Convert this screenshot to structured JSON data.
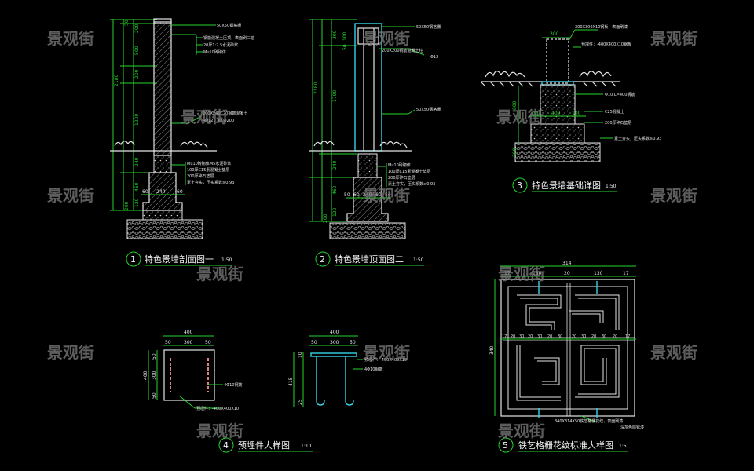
{
  "watermark": "景观街",
  "detail_1": {
    "number": "1",
    "title": "特色景墙剖面图一",
    "scale": "1:50",
    "dims_left": [
      "50",
      "200",
      "500",
      "200",
      "1200",
      "2180",
      "240",
      "460",
      "120",
      "200"
    ],
    "dims_bottom": [
      "60",
      "240",
      "60"
    ],
    "notes": [
      "50X50钢格栅",
      "钢筋混凝土压顶，表面刷二遍",
      "20厚1:2.5水泥砂浆",
      "Mu10砖砌体",
      "200X240C20钢筋混凝土",
      "4Φ12，Φ8@200",
      "Mu10砖砌体M5水泥砂浆",
      "100厚C15素混凝土垫层",
      "200厚碎石垫层",
      "素土夯实，压实系数≥0.93"
    ]
  },
  "detail_2": {
    "number": "2",
    "title": "特色景墙顶面图二",
    "scale": "1:50",
    "dims_left": [
      "300",
      "100",
      "50",
      "2180",
      "1700",
      "240",
      "460",
      "120",
      "200"
    ],
    "dims_bottom": [
      "50",
      "60",
      "240",
      "60",
      "50"
    ],
    "notes": [
      "50X50钢格栅",
      "200X200钢筋混凝土柱",
      "Φ12",
      "50X50钢格栅",
      "Mu10砖砌体",
      "100厚C15素混凝土垫层",
      "200厚碎石垫层",
      "素土夯实，压实系数≥0.93"
    ]
  },
  "detail_3": {
    "number": "3",
    "title": "特色景墙基础详图",
    "scale": "1:50",
    "dims": [
      "300",
      "800",
      "100",
      "400",
      "100",
      "200"
    ],
    "notes": [
      "300X300X10钢板，表面刷漆",
      "预埋件：-400X400X10钢板",
      "Φ10 L=400钢筋",
      "C25混凝土",
      "200厚碎石垫层",
      "素土夯实，压实系数≥0.93"
    ]
  },
  "detail_4": {
    "number": "4",
    "title": "预埋件大样图",
    "scale": "1:10",
    "plan_dims_top": [
      "400",
      "50",
      "300",
      "50"
    ],
    "plan_dims_side": [
      "400",
      "50",
      "300",
      "50"
    ],
    "plan_notes": [
      "4Φ10钢筋",
      "预埋件：-400X400X10"
    ],
    "section_dims_top": [
      "400",
      "50",
      "300",
      "50"
    ],
    "section_dims_side": [
      "10",
      "415",
      "25"
    ],
    "section_notes": [
      "预埋件：-400X400X10",
      "4Φ10钢筋"
    ]
  },
  "detail_5": {
    "number": "5",
    "title": "铁艺格栅花纹标准大样图",
    "scale": "1:5",
    "dim_total_width": "314",
    "dims_top": [
      "17",
      "130",
      "20",
      "130",
      "17"
    ],
    "dim_height": "340",
    "dims_middle": [
      "17",
      "20",
      "30",
      "20",
      "30",
      "20",
      "30",
      "20",
      "30",
      "20",
      "30",
      "20",
      "17"
    ],
    "notes": [
      "340X314X50铁艺格栅花纹，表面刷漆",
      "深灰色防锈漆"
    ]
  }
}
